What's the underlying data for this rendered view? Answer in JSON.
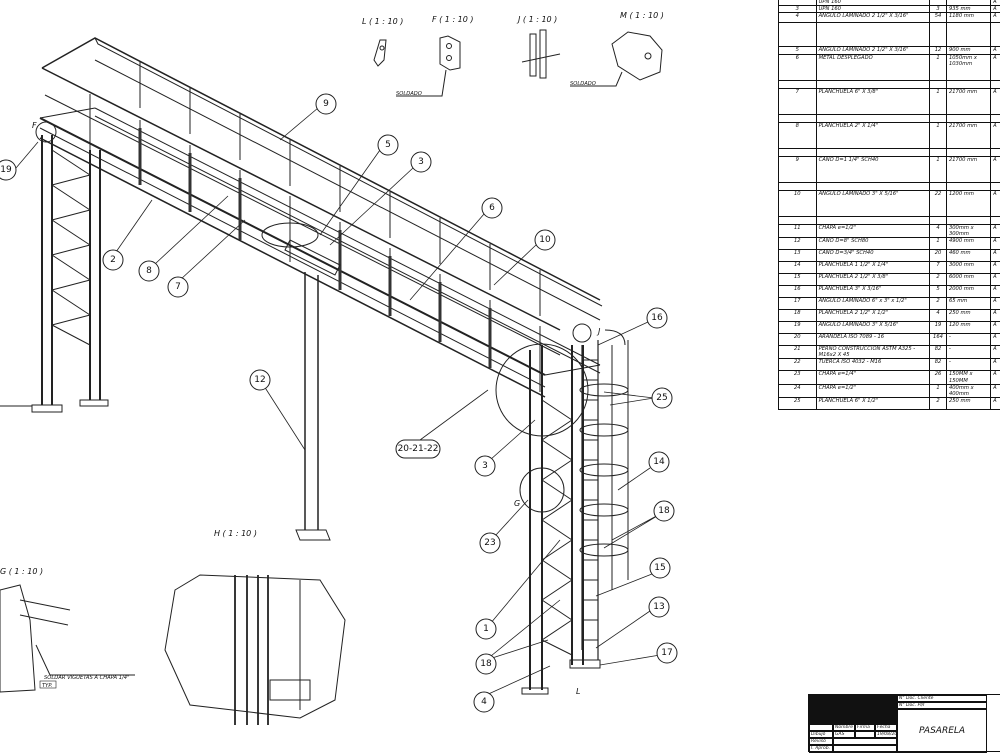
{
  "callouts": [
    {
      "id": "c9",
      "text": "9"
    },
    {
      "id": "c5",
      "text": "5"
    },
    {
      "id": "c3a",
      "text": "3"
    },
    {
      "id": "c6",
      "text": "6"
    },
    {
      "id": "c10",
      "text": "10"
    },
    {
      "id": "c19",
      "text": "19"
    },
    {
      "id": "c2",
      "text": "2"
    },
    {
      "id": "c8",
      "text": "8"
    },
    {
      "id": "c7",
      "text": "7"
    },
    {
      "id": "c16",
      "text": "16"
    },
    {
      "id": "c12",
      "text": "12"
    },
    {
      "id": "c25",
      "text": "25"
    },
    {
      "id": "c2022",
      "text": "20-21-22"
    },
    {
      "id": "c3b",
      "text": "3"
    },
    {
      "id": "c14",
      "text": "14"
    },
    {
      "id": "c18a",
      "text": "18"
    },
    {
      "id": "c23",
      "text": "23"
    },
    {
      "id": "c15",
      "text": "15"
    },
    {
      "id": "c1",
      "text": "1"
    },
    {
      "id": "c13",
      "text": "13"
    },
    {
      "id": "c18b",
      "text": "18"
    },
    {
      "id": "c17",
      "text": "17"
    },
    {
      "id": "c4",
      "text": "4"
    }
  ],
  "views": {
    "L": "L ( 1 : 10 )",
    "F": "F ( 1 : 10 )",
    "J": "J ( 1 : 10 )",
    "M": "M ( 1 : 10 )",
    "H": "H ( 1 : 10 )",
    "G": "G ( 1 : 10 )"
  },
  "marks": {
    "F": "F",
    "J": "J",
    "G": "G",
    "L": "L"
  },
  "notes": {
    "soldado_f": "SOLDADO",
    "soldado_m": "SOLDADO",
    "soldar": "SOLDAR VIGUETAS A CHAPA 1/4\"",
    "typ": "TYP."
  },
  "bom": [
    {
      "n": "",
      "d": "UPN 160",
      "q": "",
      "l": "",
      "m": "A"
    },
    {
      "n": "3",
      "d": "UPN 160",
      "q": "3",
      "l": "935 mm",
      "m": "A"
    },
    {
      "n": "4",
      "d": "ANGULO LAMINADO 2 1/2\" X 3/16\"",
      "q": "54",
      "l": "1180 mm",
      "m": "A"
    },
    {
      "n": "",
      "d": "",
      "q": "",
      "l": "",
      "m": ""
    },
    {
      "n": "5",
      "d": "ANGULO LAMINADO 2 1/2\" X 3/16\"",
      "q": "12",
      "l": "900 mm",
      "m": "A"
    },
    {
      "n": "6",
      "d": "METAL DESPLEGADO",
      "q": "1",
      "l": "1050mm x 1030mm",
      "m": "A"
    },
    {
      "n": "",
      "d": "",
      "q": "",
      "l": "",
      "m": ""
    },
    {
      "n": "7",
      "d": "PLANCHUELA 6\" X 3/8\"",
      "q": "1",
      "l": "21700 mm",
      "m": "A"
    },
    {
      "n": "",
      "d": "",
      "q": "",
      "l": "",
      "m": ""
    },
    {
      "n": "8",
      "d": "PLANCHUELA 2\" X 1/4\"",
      "q": "1",
      "l": "21700 mm",
      "m": "A"
    },
    {
      "n": "",
      "d": "",
      "q": "",
      "l": "",
      "m": ""
    },
    {
      "n": "9",
      "d": "CAÑO D=1 1/4\" SCH40",
      "q": "1",
      "l": "21700 mm",
      "m": "A"
    },
    {
      "n": "",
      "d": "",
      "q": "",
      "l": "",
      "m": ""
    },
    {
      "n": "10",
      "d": "ANGULO LAMINADO 3\" X 5/16\"",
      "q": "22",
      "l": "1200 mm",
      "m": "A"
    },
    {
      "n": "",
      "d": "",
      "q": "",
      "l": "",
      "m": ""
    },
    {
      "n": "11",
      "d": "CHAPA e=1/2\"",
      "q": "4",
      "l": "300mm x 300mm",
      "m": "A"
    },
    {
      "n": "12",
      "d": "CAÑO D=8\" SCH80",
      "q": "1",
      "l": "4900 mm",
      "m": "A"
    },
    {
      "n": "13",
      "d": "CAÑO D=3/4\" SCH40",
      "q": "20",
      "l": "460 mm",
      "m": "A"
    },
    {
      "n": "14",
      "d": "PLANCHUELA 1 1/2\" X 1/4\"",
      "q": "7",
      "l": "3000 mm",
      "m": "A"
    },
    {
      "n": "15",
      "d": "PLANCHUELA 2 1/2\" X 3/8\"",
      "q": "2",
      "l": "6000 mm",
      "m": "A"
    },
    {
      "n": "16",
      "d": "PLANCHUELA 3\" X 3/16\"",
      "q": "5",
      "l": "2000 mm",
      "m": "A"
    },
    {
      "n": "17",
      "d": "ANGULO LAMINADO 6\" x 3\" x 1/2\"",
      "q": "2",
      "l": "65 mm",
      "m": "A"
    },
    {
      "n": "18",
      "d": "PLANCHUELA 2 1/2\" X 1/2\"",
      "q": "4",
      "l": "250 mm",
      "m": "A"
    },
    {
      "n": "19",
      "d": "ANGULO LAMINADO 3\" X 5/16\"",
      "q": "19",
      "l": "120 mm",
      "m": "A"
    },
    {
      "n": "20",
      "d": "ARANDELA ISO 7089 - 16",
      "q": "164",
      "l": "-",
      "m": "A"
    },
    {
      "n": "21",
      "d": "PERNO CONSTRUCCION ASTM A325 - M16x2 X 45",
      "q": "82",
      "l": "-",
      "m": "A"
    },
    {
      "n": "22",
      "d": "TUERCA ISO 4032 - M16",
      "q": "82",
      "l": "-",
      "m": "A"
    },
    {
      "n": "23",
      "d": "CHAPA e=1/4\"",
      "q": "26",
      "l": "150MM x 150MM",
      "m": "A"
    },
    {
      "n": "24",
      "d": "CHAPA e=1/2\"",
      "q": "1",
      "l": "400mm x 400mm",
      "m": "A"
    },
    {
      "n": "25",
      "d": "PLANCHUELA 6\" X 1/2\"",
      "q": "2",
      "l": "250 mm",
      "m": "A"
    }
  ],
  "title_block": {
    "title": "PASARELA",
    "col_nombre": "Nombre",
    "col_firma": "Firma",
    "col_fecha": "Fecha",
    "row_dibujo": "Dibujó",
    "row_reviso": "Revisó",
    "row_aprobo": "I. Aprob.",
    "dibujo_nombre": "GAS",
    "dibujo_fecha": "19/08/2017",
    "proyecto_label": "N° Doc. Cliente",
    "plano_label": "N° Doc. Pl/I"
  }
}
